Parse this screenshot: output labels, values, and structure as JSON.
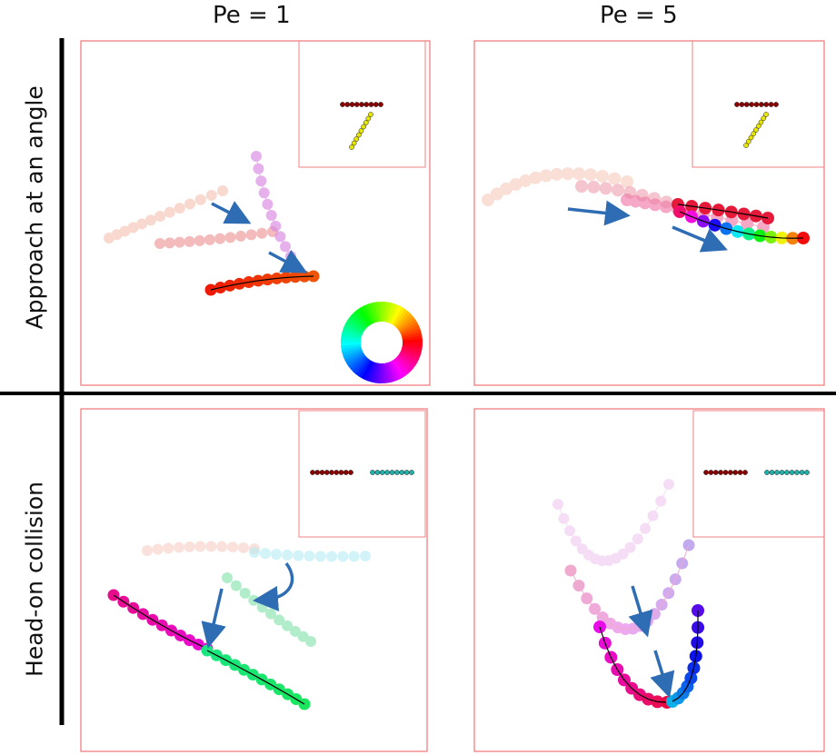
{
  "columns": [
    {
      "label": "Pe = 1"
    },
    {
      "label": "Pe = 5"
    }
  ],
  "rows": [
    {
      "label": "Approach at an angle"
    },
    {
      "label": "Head-on collision"
    }
  ],
  "colors": {
    "panel_border": "#f08080",
    "divider": "#000000",
    "arrow": "#2e6db4",
    "inset_red_filament": "#8b0000",
    "inset_yellow_filament": "#e6e600",
    "inset_cyan_filament": "#20b2aa"
  },
  "panels": [
    {
      "id": "angle-pe1",
      "description_icon": "color-wheel-icon"
    },
    {
      "id": "angle-pe5"
    },
    {
      "id": "headon-pe1"
    },
    {
      "id": "headon-pe5"
    }
  ]
}
